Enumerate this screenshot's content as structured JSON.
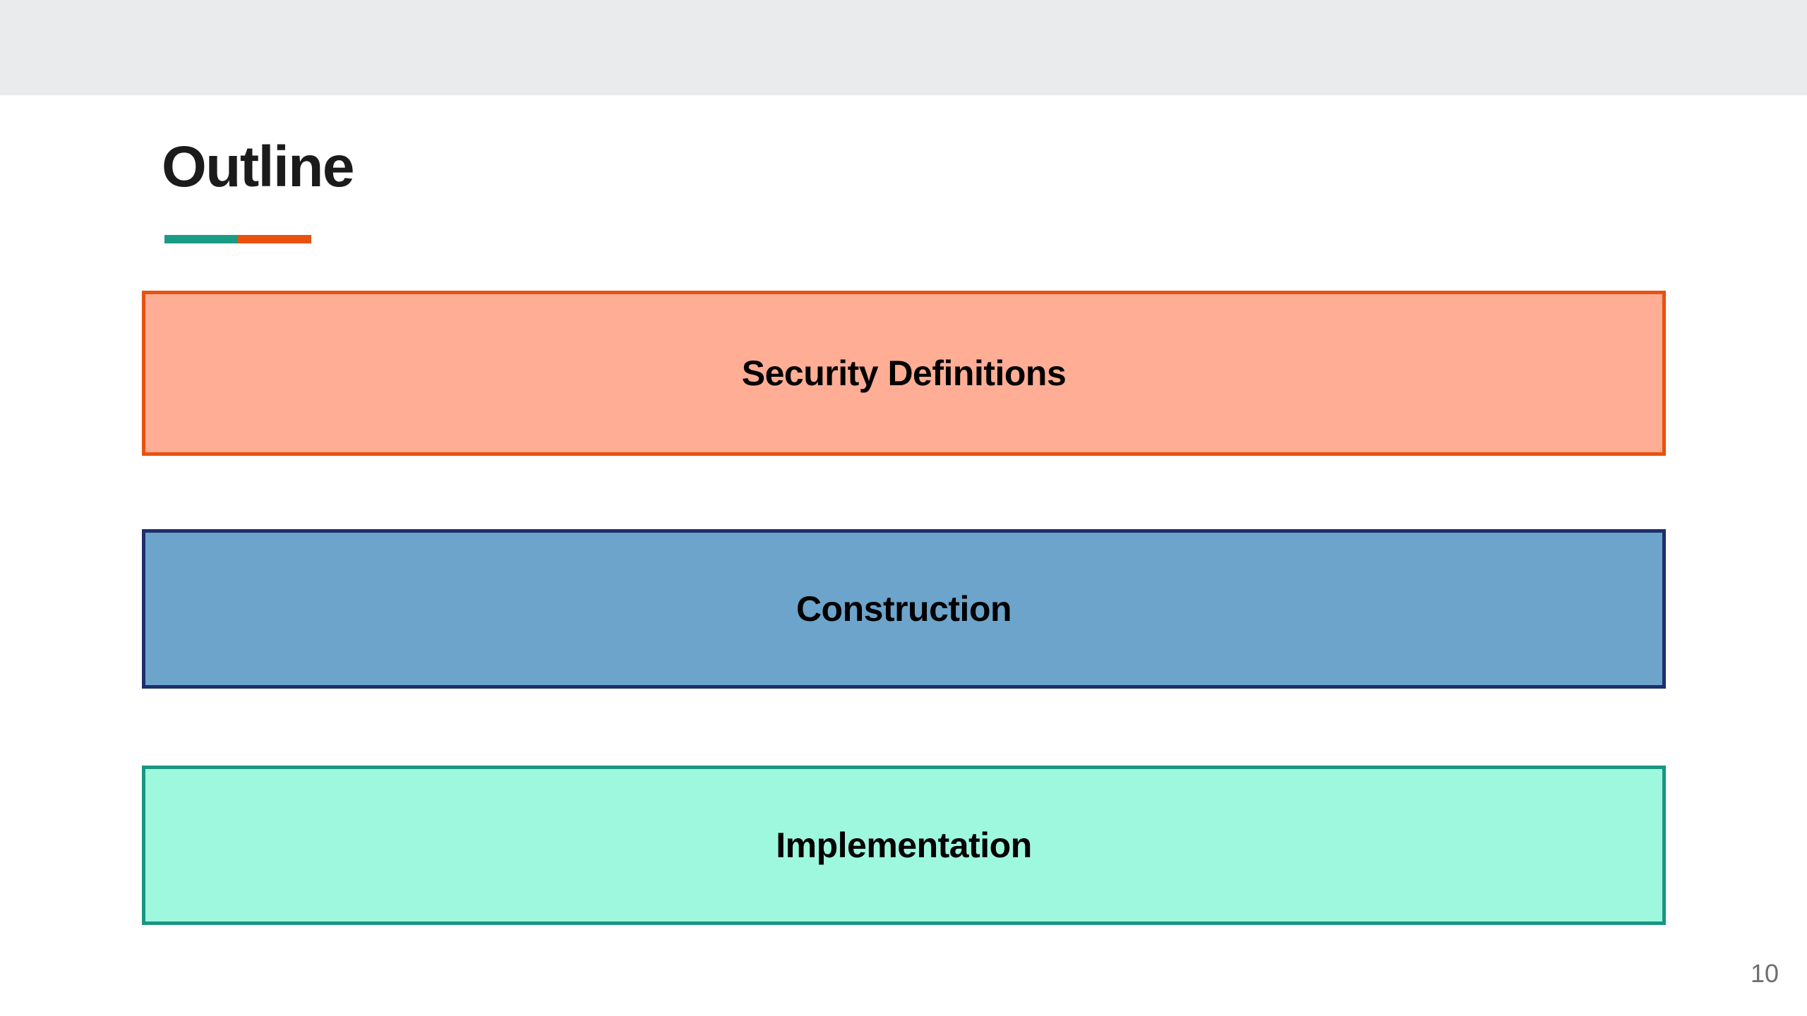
{
  "slide": {
    "title": "Outline",
    "page_number": "10",
    "background_color": "#ffffff",
    "top_band_color": "#e9ebed"
  },
  "accent_rule": {
    "left_color": "#1a9b85",
    "right_color": "#e8520f"
  },
  "outline_bands": [
    {
      "label": "Security Definitions",
      "fill_color": "#ffae95",
      "border_color": "#e8520f",
      "text_color": "#000000"
    },
    {
      "label": "Construction",
      "fill_color": "#6ca4cb",
      "border_color": "#1e2f6b",
      "text_color": "#000000"
    },
    {
      "label": "Implementation",
      "fill_color": "#9ef8de",
      "border_color": "#1a9681",
      "text_color": "#000000"
    }
  ]
}
